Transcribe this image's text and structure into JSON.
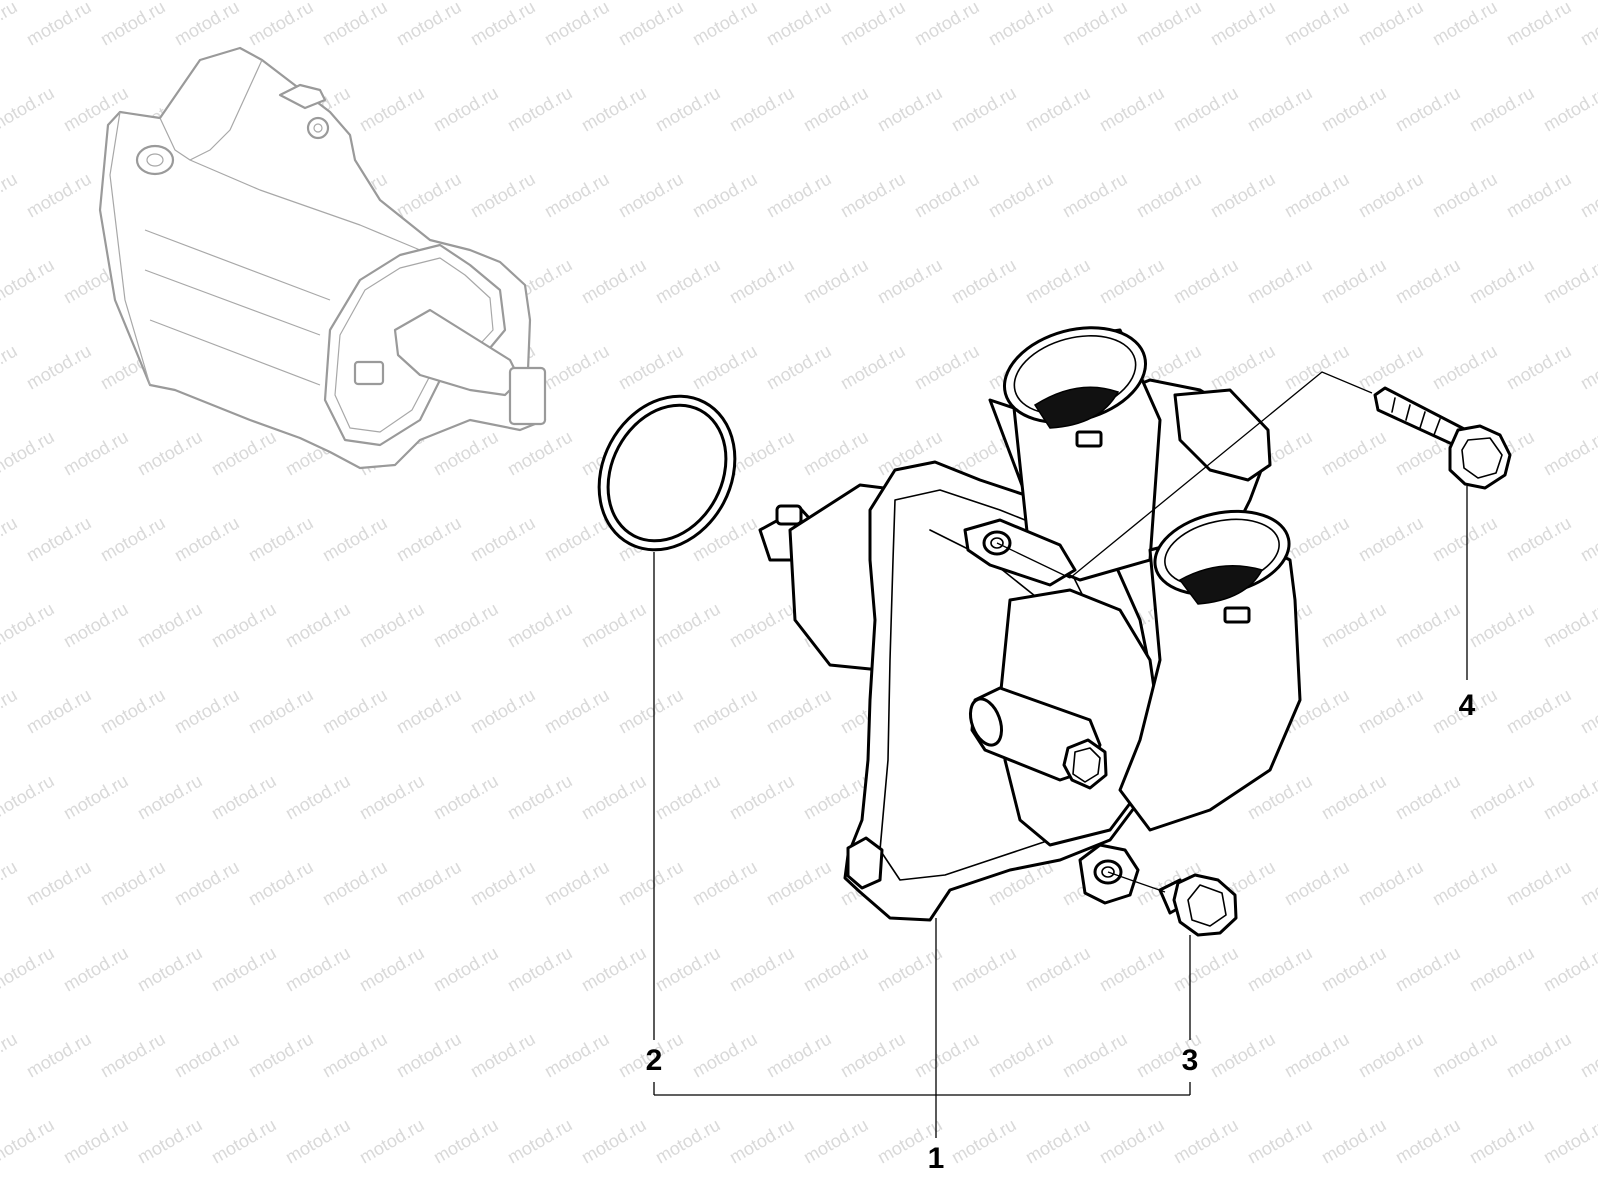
{
  "watermark": {
    "text": "motod.ru",
    "color": "#d9d9d9"
  },
  "callouts": [
    {
      "id": "1",
      "label": "1"
    },
    {
      "id": "2",
      "label": "2"
    },
    {
      "id": "3",
      "label": "3"
    },
    {
      "id": "4",
      "label": "4"
    }
  ],
  "parts": {
    "vacuum_pump": "ghosted-assembly",
    "water_pump": "water-pump-housing",
    "o_ring": "o-ring",
    "short_bolt": "flange-bolt-short",
    "long_bolt": "flange-bolt-long"
  }
}
